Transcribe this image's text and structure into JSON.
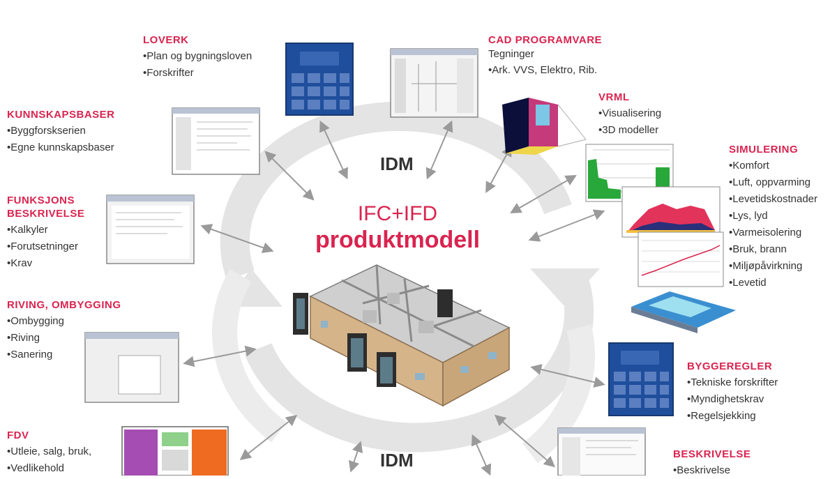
{
  "colors": {
    "accent": "#d9244f",
    "text": "#333333",
    "cycle": "#e4e4e4",
    "arrow": "#9a9a9a",
    "blueprint": "#1f4e9c"
  },
  "center": {
    "line1": "IFC+IFD",
    "line2": "produktmodell",
    "cycle_label_top": "IDM",
    "cycle_label_bottom": "IDM"
  },
  "groups": {
    "loverk": {
      "title": "LOVERK",
      "items": [
        "Plan og bygningsloven",
        "Forskrifter"
      ]
    },
    "cad": {
      "title": "CAD PROGRAMVARE",
      "subtitle": "Tegninger",
      "items": [
        "Ark. VVS, Elektro, Rib."
      ]
    },
    "vrml": {
      "title": "VRML",
      "items": [
        "Visualisering",
        "3D modeller"
      ]
    },
    "kunnskap": {
      "title": "KUNNSKAPSBASER",
      "items": [
        "Byggforskserien",
        "Egne kunnskapsbaser"
      ]
    },
    "simulering": {
      "title": "SIMULERING",
      "items": [
        "Komfort",
        "Luft, oppvarming",
        "Levetidskostnader",
        "Lys, lyd",
        "Varmeisolering",
        "Bruk, brann",
        "Miljøpåvirkning",
        "Levetid"
      ]
    },
    "funksjon": {
      "title": "FUNKSJONS\nBESKRIVELSE",
      "items": [
        "Kalkyler",
        "Forutsetninger",
        "Krav"
      ]
    },
    "riving": {
      "title": "RIVING, OMBYGGING",
      "items": [
        "Ombygging",
        "Riving",
        "Sanering"
      ]
    },
    "byggeregler": {
      "title": "BYGGEREGLER",
      "items": [
        "Tekniske forskrifter",
        "Myndighetskrav",
        "Regelsjekking"
      ]
    },
    "fdv": {
      "title": "FDV",
      "items": [
        "Utleie, salg, bruk,",
        "Vedlikehold"
      ]
    },
    "beskrivelse": {
      "title": "BESKRIVELSE",
      "items": [
        "Beskrivelse"
      ]
    }
  }
}
